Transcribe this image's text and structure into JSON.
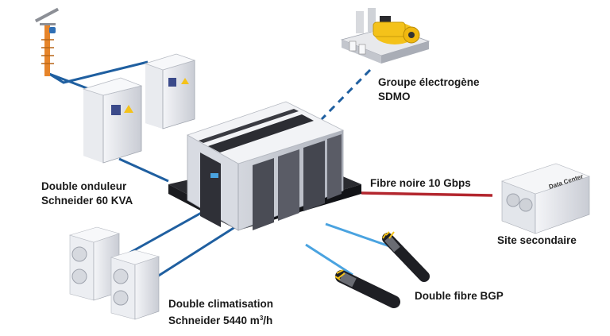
{
  "labels": {
    "generator": {
      "line1": "Groupe électrogène",
      "line2": "SDMO"
    },
    "ups": {
      "line1": "Double onduleur",
      "line2": "Schneider 60 KVA"
    },
    "fiber_link": "Fibre noire 10 Gbps",
    "secondary_site": "Site secondaire",
    "cooling": {
      "line1": "Double climatisation",
      "line2_prefix": "Schneider 5440 m",
      "line2_sup": "3",
      "line2_suffix": "/h"
    },
    "bgp": "Double fibre BGP",
    "datacenter_badge": "Data Center"
  },
  "colors": {
    "link_blue": "#1f5fa0",
    "link_light_blue": "#4aa3e0",
    "fiber_red": "#b3262e",
    "generator_yellow": "#f4c21a",
    "cable_orange": "#e6842a"
  }
}
